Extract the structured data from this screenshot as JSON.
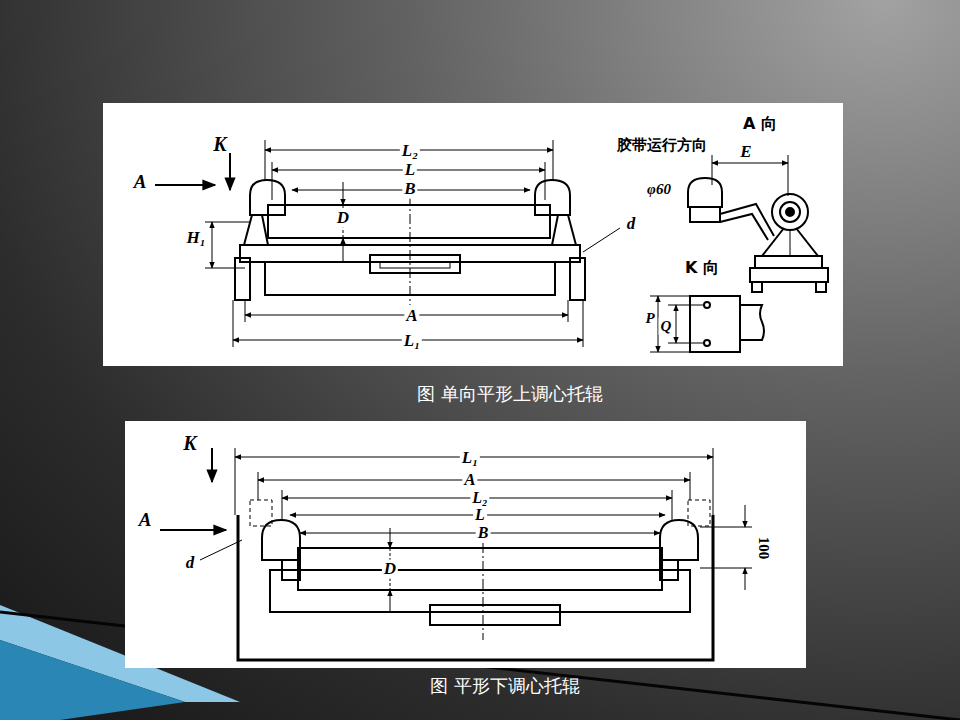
{
  "diagram": {
    "labels": [
      "K",
      "L₂",
      "L",
      "B",
      "D",
      "H₁",
      "A",
      "A",
      "L₁",
      "d",
      "胶带运行方向",
      "A 向",
      "E",
      "φ60",
      "K 向",
      "P",
      "Q",
      "图  单向平形上调心托辊",
      "K",
      "L₁",
      "A",
      "A",
      "L₂",
      "L",
      "B",
      "d",
      "D",
      "100",
      "图  平形下调心托辊"
    ]
  }
}
